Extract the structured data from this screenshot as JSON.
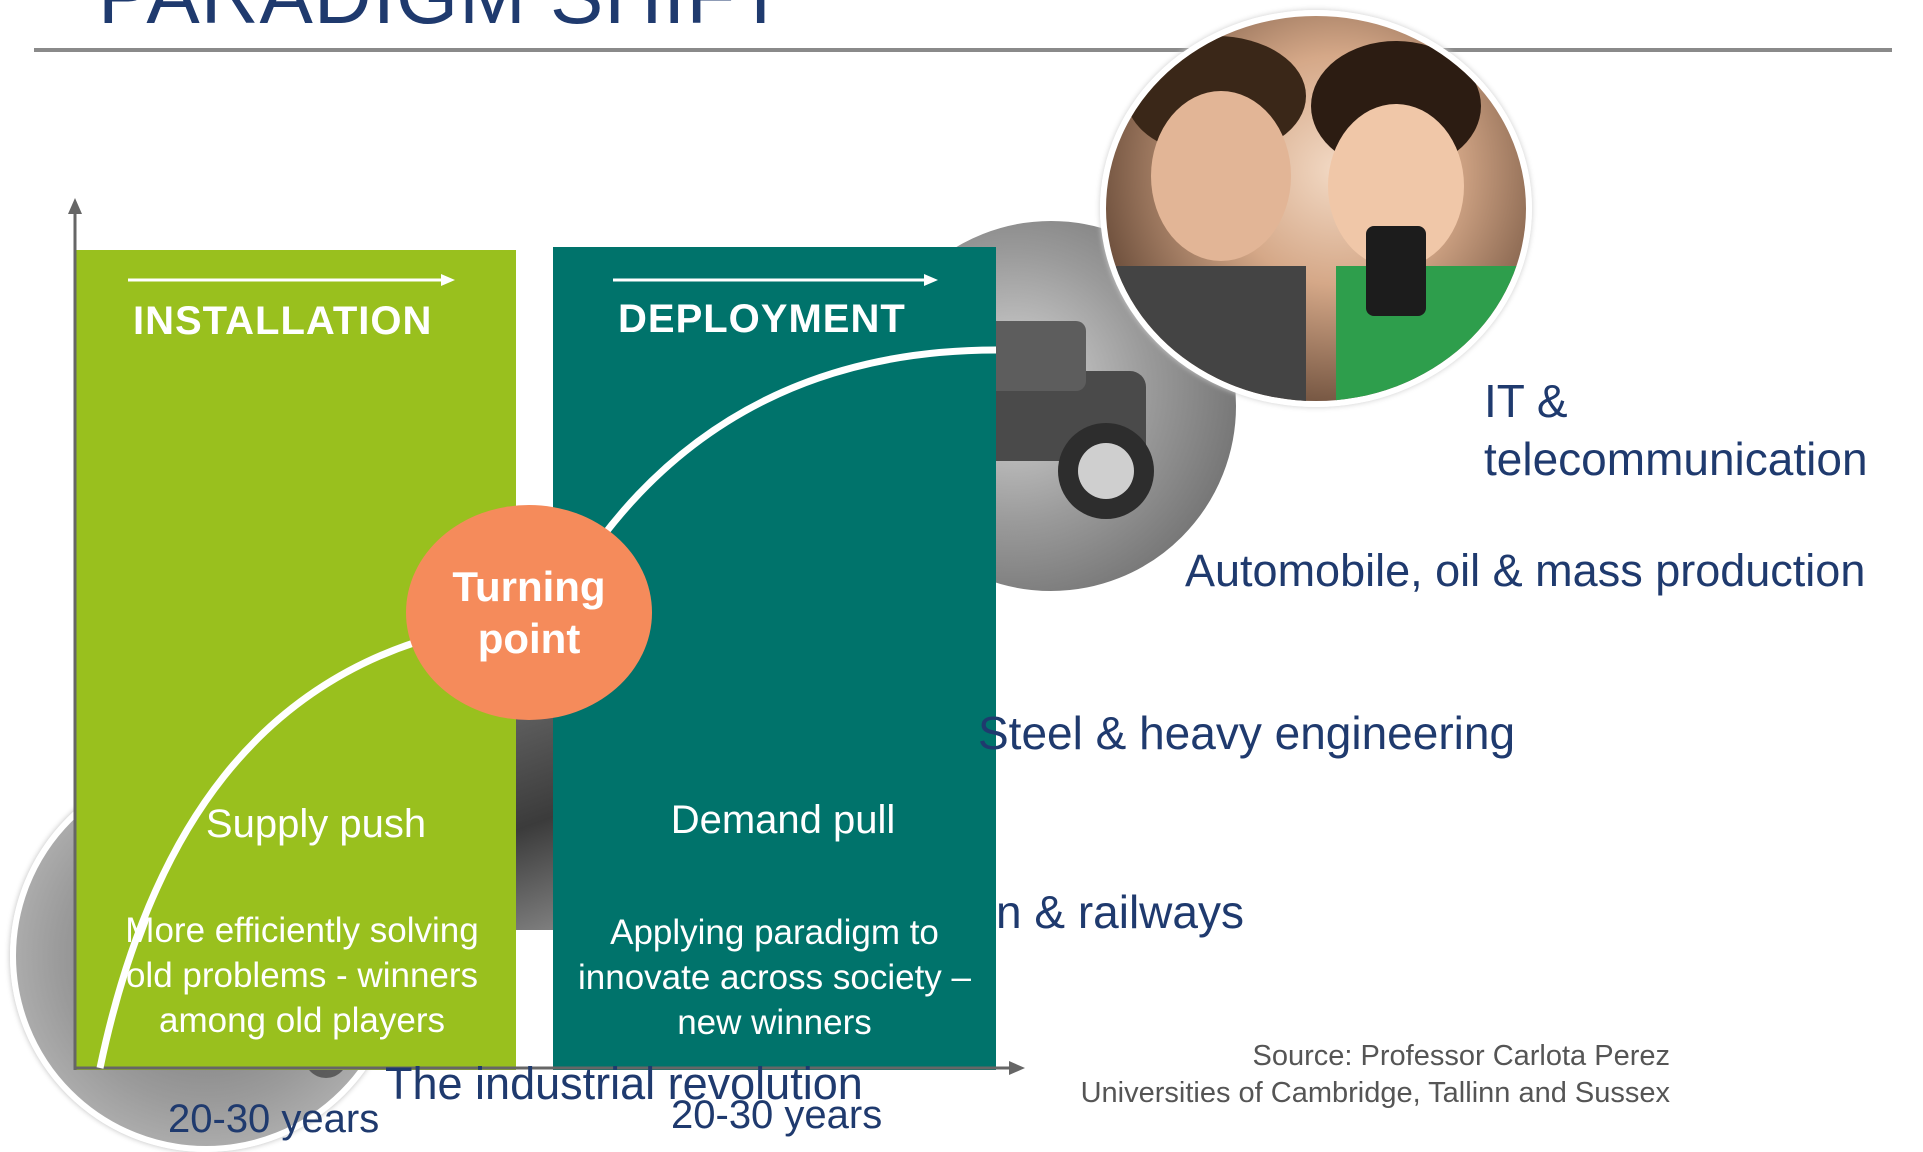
{
  "title": "PARADIGM SHIFT",
  "phases": {
    "installation": {
      "label": "INSTALLATION",
      "heading": "Supply push",
      "body": [
        "More efficiently solving",
        "old problems - winners",
        "among old players"
      ],
      "duration": "20-30 years",
      "color": "#99c01e"
    },
    "deployment": {
      "label": "DEPLOYMENT",
      "heading": "Demand pull",
      "body": [
        "Applying paradigm to",
        "innovate across society –",
        "new winners"
      ],
      "duration": "20-30 years",
      "color": "#00736b"
    }
  },
  "turning_point": {
    "lines": [
      "Turning",
      "point"
    ],
    "color": "#f58b5b"
  },
  "revolutions": {
    "industrial": "The industrial revolution",
    "steam": "n & railways",
    "steel": "Steel & heavy engineering",
    "automobile": "Automobile, oil & mass production",
    "it": [
      "IT &",
      "telecommunication"
    ]
  },
  "source": [
    "Source: Professor Carlota Perez",
    "Universities of Cambridge, Tallinn and Sussex"
  ]
}
